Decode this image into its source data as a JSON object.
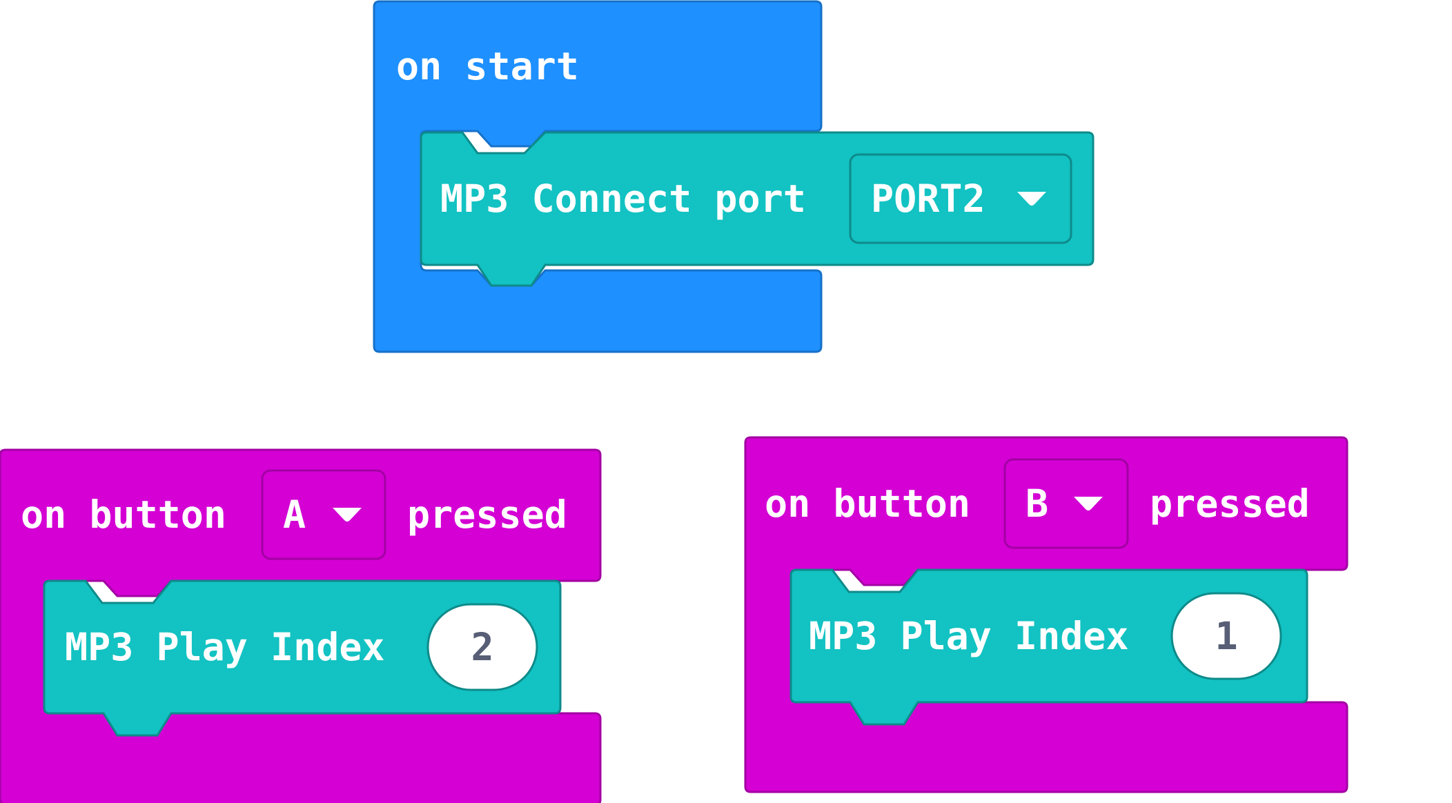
{
  "colors": {
    "events": "#1E90FF",
    "events_border": "#1671C9",
    "input": "#D400D4",
    "input_border": "#A300A3",
    "mp3": "#13C2C2",
    "mp3_border": "#0E8A8A",
    "number_text": "#575E75"
  },
  "icons": {
    "dropdown": "dropdown-arrow-icon"
  },
  "blocks": {
    "on_start": {
      "label": "on start",
      "mp3_connect": {
        "label": "MP3 Connect port",
        "port_value": "PORT2"
      }
    },
    "on_button_a": {
      "label_on_button": "on button",
      "button_value": "A",
      "label_pressed": "pressed",
      "mp3_play": {
        "label": "MP3 Play Index",
        "index_value": "2"
      }
    },
    "on_button_b": {
      "label_on_button": "on button",
      "button_value": "B",
      "label_pressed": "pressed",
      "mp3_play": {
        "label": "MP3 Play Index",
        "index_value": "1"
      }
    }
  }
}
